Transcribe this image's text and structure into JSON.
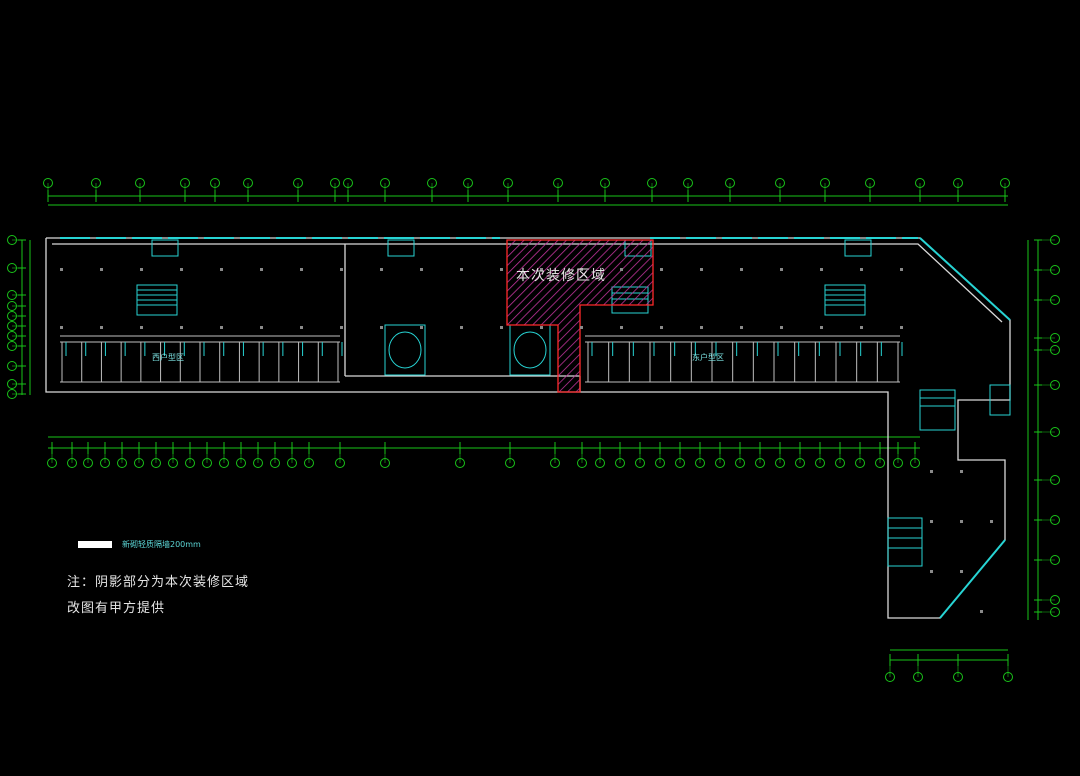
{
  "zone_label": "本次装修区域",
  "room_labels": [
    "西户型区",
    "东户型区"
  ],
  "legend": {
    "text": "新砌轻质隔墙200mm"
  },
  "notes": [
    "注：阴影部分为本次装修区域",
    "改图有甲方提供"
  ],
  "colors": {
    "background": "#000000",
    "grid": "#19c419",
    "wall": "#d9d9d9",
    "fixture": "#27d4d4",
    "hatch": "#c0349a",
    "boundary": "#ff2a2a"
  }
}
